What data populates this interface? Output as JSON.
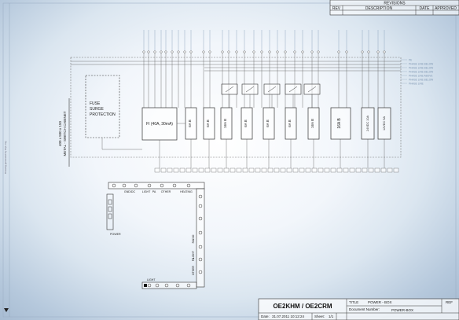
{
  "revisions": {
    "title": "REVISIONS",
    "col_rev": "REV",
    "col_description": "DESCRIPTION",
    "col_date": "DATE",
    "col_approved": "APPROVED"
  },
  "cabinet": {
    "label_size": "400 x 500 x 150",
    "label_type": "METAL - SWITCH CABINET"
  },
  "surge": {
    "line1": "FUSE",
    "line2": "SURGE",
    "line3": "PROTECTION"
  },
  "rcd_label": "FI (40A, 30mA)",
  "breakers": [
    "6A B",
    "6A B",
    "16A B",
    "6A B",
    "6A B",
    "6A B",
    "16A B"
  ],
  "main_breaker": "16A B",
  "psu": [
    "24VDC 10A",
    "12VDC 5A"
  ],
  "right_labels": [
    "PE",
    "PHASE LINE BELOW",
    "PHASE LINE BELOW",
    "PHASE LINE BELOW",
    "PHASE LINE ABOVE",
    "PHASE LINE BELOW",
    "PHASE LINE"
  ],
  "panel_top_labels": [
    "GND/DC",
    "LIGHT",
    "PA",
    "OTHER",
    "HEATING"
  ],
  "panel_side_labels": [
    "RADIO",
    "LIGHT",
    "PA",
    "OTHER"
  ],
  "power_label": "POWER",
  "light_label": "LIGHT",
  "left_margin_text": "Drawing generated by Dipl.-Ing.",
  "title_block": {
    "callsign": "OE2KHM / OE2CRM",
    "title_label": "TITLE",
    "title_value": "POWER - BOX",
    "docnum_label": "Document Number:",
    "docnum_value": "POWER-BOX",
    "ref_label": "REF",
    "date_label": "Date:",
    "date_value": "31.07.2011 10:12:24",
    "sheet_label": "Sheet:",
    "sheet_value": "1/1"
  }
}
